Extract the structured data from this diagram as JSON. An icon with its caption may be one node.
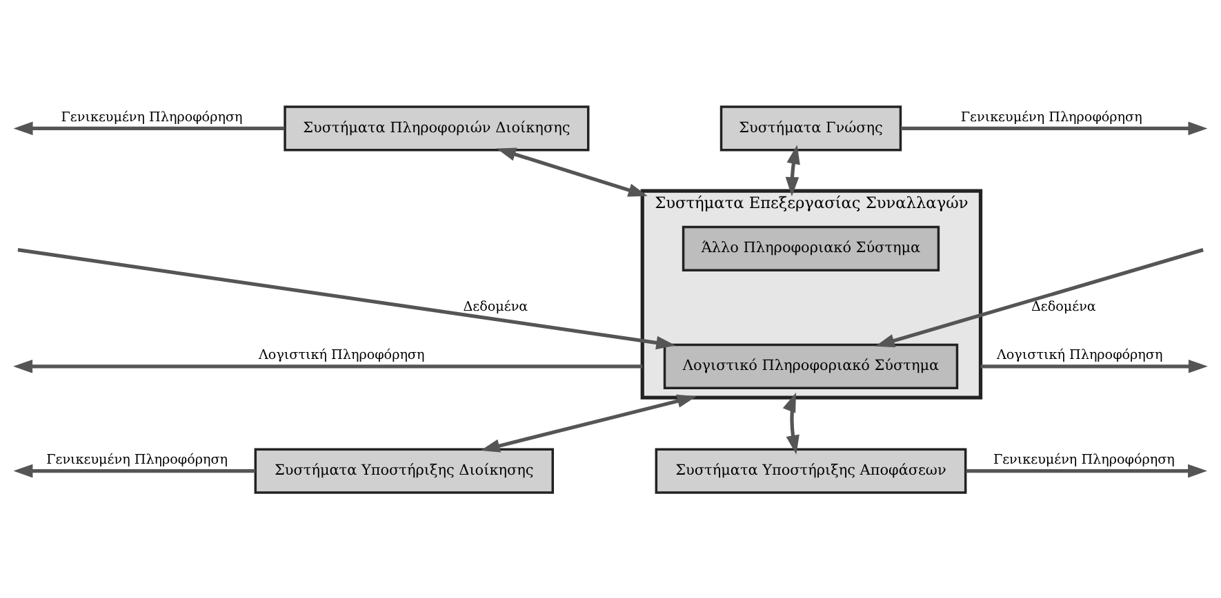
{
  "diagram": {
    "nodes": [
      {
        "text": [
          "Συστήματα Πληροφοριών Διοίκησης"
        ]
      },
      {
        "text": [
          "Συστήματα Γνώσης"
        ]
      },
      {
        "text": [
          "Συστήματα Επεξεργασίας Συναλλαγών"
        ]
      },
      {
        "text": [
          "Άλλο Πληροφοριακό Σύστημα"
        ],
        "in": 2
      },
      {
        "text": [
          "Λογιστικό Πληροφοριακό Σύστημα"
        ],
        "in": 2
      },
      {
        "text": [
          "Συστήματα Υποστήριξης Διοίκησης"
        ]
      },
      {
        "text": [
          "Συστήματα Υποστήριξης Αποφάσεων"
        ]
      }
    ],
    "edges": [
      {
        "from": 0,
        "to": 2,
        "arrow": "both"
      },
      {
        "from": 1,
        "to": 2,
        "arrow": "both"
      },
      {
        "from": 2,
        "to": 5,
        "arrow": "both"
      },
      {
        "from": 2,
        "to": 6,
        "arrow": "both"
      },
      {
        "from": 0,
        "to": null,
        "arrow": "to",
        "label": "Γενικευμένη Πληροφόρηση"
      },
      {
        "from": 1,
        "to": null,
        "arrow": "to",
        "label": "Γενικευμένη Πληροφόρηση"
      },
      {
        "from": null,
        "to": 4,
        "arrow": "to",
        "label": "Δεδομένα"
      },
      {
        "from": null,
        "to": 4,
        "arrow": "to",
        "label": "Δεδομένα"
      },
      {
        "from": 2,
        "to": null,
        "arrow": "to",
        "label": "Λογιστική Πληροφόρηση"
      },
      {
        "from": 2,
        "to": null,
        "arrow": "to",
        "label": "Λογιστική Πληροφόρηση"
      },
      {
        "from": 5,
        "to": null,
        "arrow": "to",
        "label": "Γενικευμένη Πληροφόρηση"
      },
      {
        "from": 6,
        "to": null,
        "arrow": "to",
        "label": "Γενικευμένη Πληροφόρηση"
      }
    ]
  }
}
